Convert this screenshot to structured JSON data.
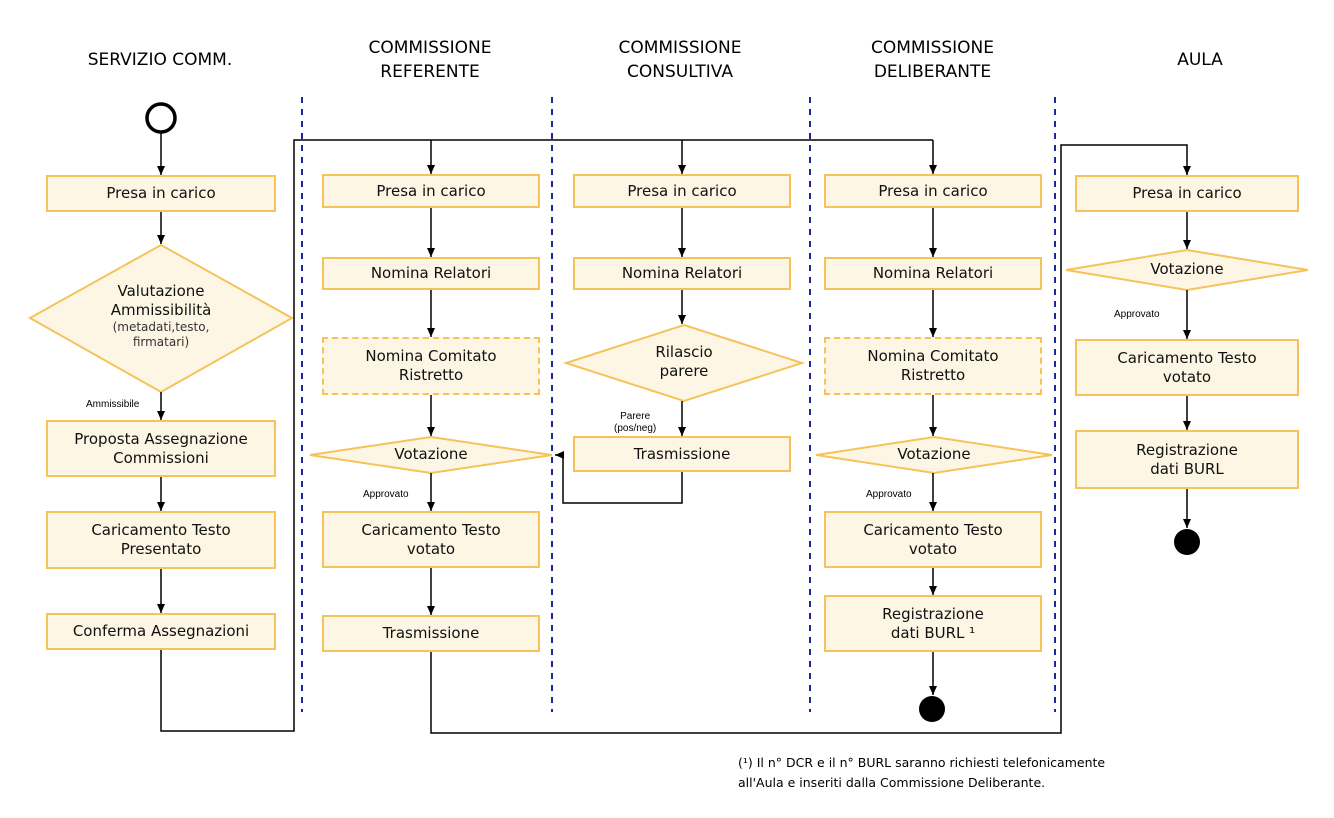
{
  "lanes": {
    "servizio": "SERVIZIO COMM.",
    "referente_1": "COMMISSIONE",
    "referente_2": "REFERENTE",
    "consultiva_1": "COMMISSIONE",
    "consultiva_2": "CONSULTIVA",
    "deliberante_1": "COMMISSIONE",
    "deliberante_2": "DELIBERANTE",
    "aula": "AULA"
  },
  "servizio": {
    "presa": "Presa in carico",
    "valutazione_1": "Valutazione",
    "valutazione_2": "Ammissibilità",
    "valutazione_3": "(metadati,testo,",
    "valutazione_4": "firmatari)",
    "ammissibile": "Ammissibile",
    "proposta_1": "Proposta Assegnazione",
    "proposta_2": "Commissioni",
    "caricamento_1": "Caricamento Testo",
    "caricamento_2": "Presentato",
    "conferma": "Conferma Assegnazioni"
  },
  "referente": {
    "presa": "Presa in carico",
    "nomina": "Nomina Relatori",
    "comitato_1": "Nomina Comitato",
    "comitato_2": "Ristretto",
    "votazione": "Votazione",
    "approvato": "Approvato",
    "caricamento_1": "Caricamento Testo",
    "caricamento_2": "votato",
    "trasmissione": "Trasmissione"
  },
  "consultiva": {
    "presa": "Presa in carico",
    "nomina": "Nomina Relatori",
    "rilascio_1": "Rilascio",
    "rilascio_2": "parere",
    "parere_1": "Parere",
    "parere_2": "(pos/neg)",
    "trasmissione": "Trasmissione"
  },
  "deliberante": {
    "presa": "Presa in carico",
    "nomina": "Nomina Relatori",
    "comitato_1": "Nomina Comitato",
    "comitato_2": "Ristretto",
    "votazione": "Votazione",
    "approvato": "Approvato",
    "caricamento_1": "Caricamento Testo",
    "caricamento_2": "votato",
    "registrazione_1": "Registrazione",
    "registrazione_2": "dati BURL ¹"
  },
  "aula": {
    "presa": "Presa in carico",
    "votazione": "Votazione",
    "approvato": "Approvato",
    "caricamento_1": "Caricamento Testo",
    "caricamento_2": "votato",
    "registrazione_1": "Registrazione",
    "registrazione_2": "dati BURL"
  },
  "footnote": {
    "line1": "(¹) Il n° DCR e il n° BURL saranno richiesti telefonicamente",
    "line2": "all'Aula e inseriti dalla Commissione Deliberante."
  },
  "colors": {
    "box_fill": "#fdf6e4",
    "box_border": "#f5c35a",
    "lane_divider": "#1a2a9c",
    "line": "#000000"
  }
}
